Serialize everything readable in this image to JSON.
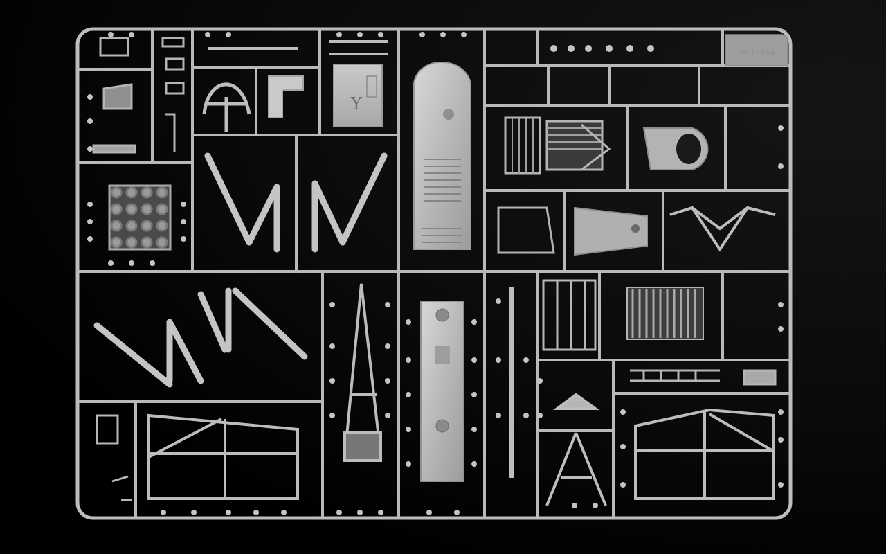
{
  "photo": {
    "subject": "model-kit-sprue",
    "background_color": "#000000",
    "plastic_color": "#bdbdbd",
    "plastic_shadow": "#7f7f7f",
    "plastic_highlight": "#e3e3e3"
  },
  "sprue": {
    "code_text": "01120PA",
    "part_letter": "Y"
  }
}
